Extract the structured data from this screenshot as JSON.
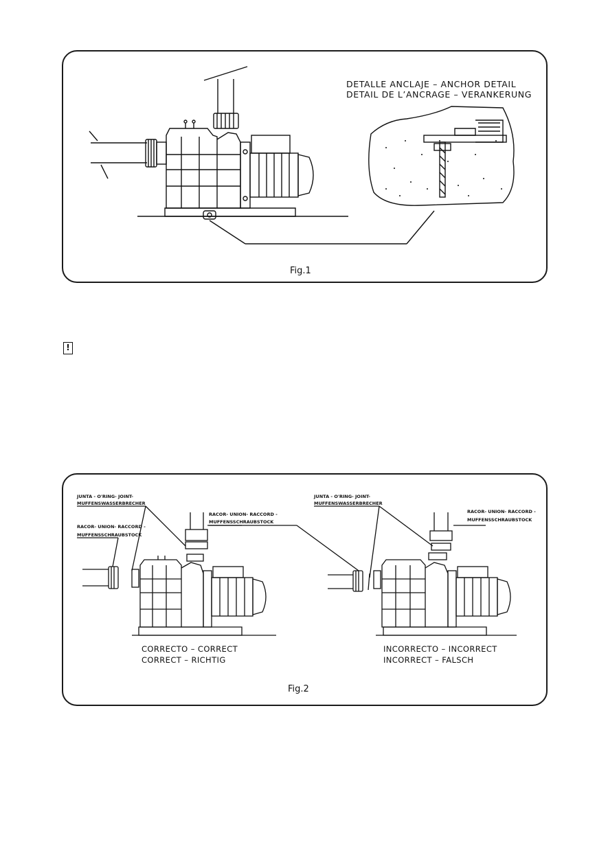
{
  "fig1": {
    "caption": "Fig.1",
    "anchor_title_line1": "DETALLE ANCLAJE  –  ANCHOR DETAIL",
    "anchor_title_line2": "DETAIL DE L’ANCRAGE  –  VERANKERUNG"
  },
  "warning": {
    "symbol": "!",
    "icon": "warning-icon"
  },
  "fig2": {
    "caption": "Fig.2",
    "left": {
      "joint_label_line1": "JUNTA - O'RING- JOINT-",
      "joint_label_line2": "MUFFENSWASSERBRECHER",
      "union_side_line1": "RACOR- UNION- RACCORD -",
      "union_side_line2": "MUFFENSSCHRAUBSTOCK",
      "union_top_line1": "RACOR- UNION- RACCORD -",
      "union_top_line2": "MUFFENSSCHRAUBSTOCK",
      "verdict_line1": "CORRECTO  –  CORRECT",
      "verdict_line2": "CORRECT  –  RICHTIG"
    },
    "right": {
      "joint_label_line1": "JUNTA - O'RING- JOINT-",
      "joint_label_line2": "MUFFENSWASSERBRECHER",
      "union_top_line1": "RACOR- UNION- RACCORD -",
      "union_top_line2": "MUFFENSSCHRAUBSTOCK",
      "verdict_line1": "INCORRECTO  –  INCORRECT",
      "verdict_line2": "INCORRECT  –  FALSCH"
    }
  }
}
